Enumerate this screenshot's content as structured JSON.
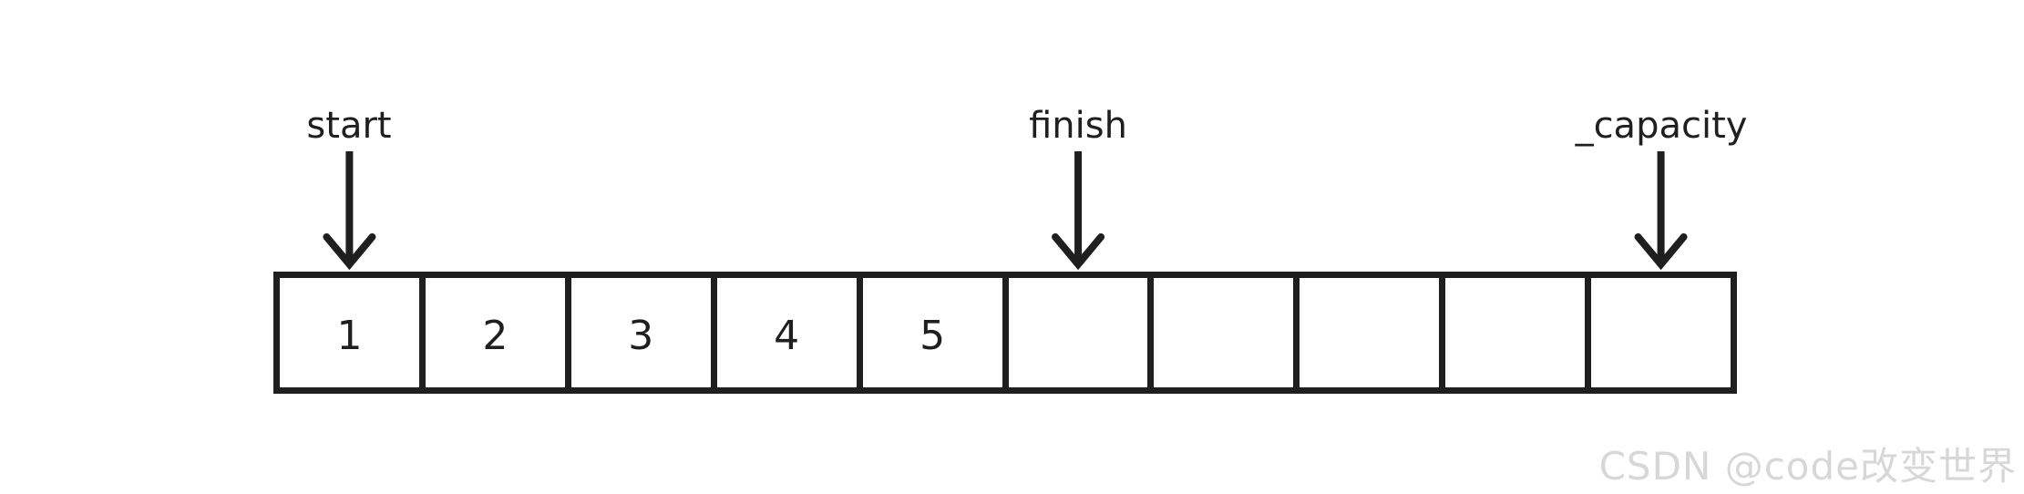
{
  "diagram": {
    "description": "vector memory layout",
    "cells": [
      "1",
      "2",
      "3",
      "4",
      "5",
      "",
      "",
      "",
      "",
      ""
    ],
    "pointers": [
      {
        "label": "start",
        "cell_index": 0
      },
      {
        "label": "finish",
        "cell_index": 5
      },
      {
        "label": "_capacity",
        "cell_index": 9
      }
    ],
    "colors": {
      "stroke": "#1f1f1f",
      "background": "#ffffff"
    }
  },
  "watermark": {
    "text": "CSDN @code改变世界",
    "color": "#d7d7d7"
  }
}
